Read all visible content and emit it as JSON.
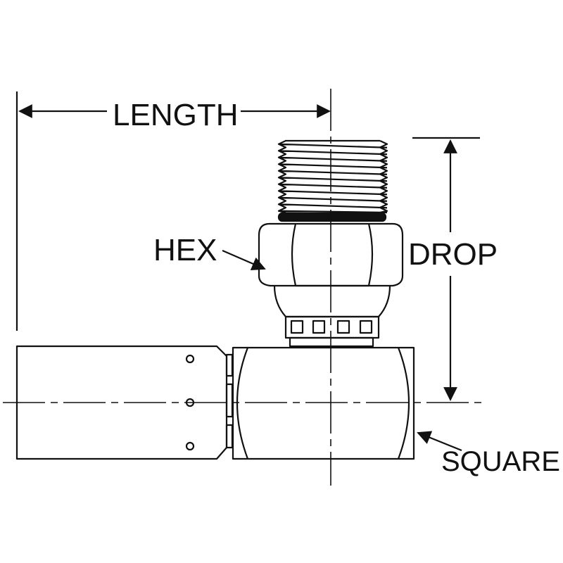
{
  "labels": {
    "length": "LENGTH",
    "hex": "HEX",
    "drop": "DROP",
    "square": "SQUARE"
  },
  "colors": {
    "line": "#111111",
    "background": "#ffffff"
  }
}
